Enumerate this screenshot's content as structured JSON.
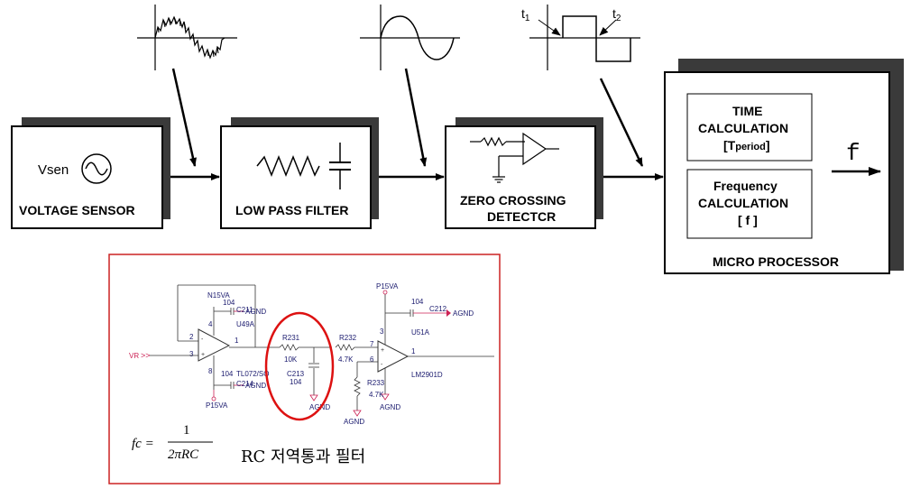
{
  "blocks": {
    "voltage_sensor": {
      "label": "VOLTAGE SENSOR",
      "source": "Vsen"
    },
    "low_pass_filter": {
      "label": "LOW PASS FILTER"
    },
    "zero_crossing": {
      "line1": "ZERO CROSSING",
      "line2": "DETECTCR"
    },
    "micro_processor": {
      "label": "MICRO PROCESSOR",
      "time_calc": {
        "line1": "TIME",
        "line2": "CALCULATION",
        "line3_bracket_open": "[T",
        "line3_sub": "period",
        "line3_bracket_close": "]"
      },
      "freq_calc": {
        "line1": "Frequency",
        "line2": "CALCULATION",
        "line3": "[ f ]"
      },
      "output": "f"
    }
  },
  "waveforms": {
    "square_t1": "t",
    "square_t1_sub": "1",
    "square_t2": "t",
    "square_t2_sub": "2"
  },
  "schematic": {
    "n15va": "N15VA",
    "p15va_top": "P15VA",
    "p15va_bottom": "P15VA",
    "c104_a": "104",
    "c104_b": "104",
    "c104_c": "104",
    "c211": "C211",
    "c214": "C214",
    "c212": "C212",
    "agnd_1": "AGND",
    "agnd_2": "AGND",
    "agnd_3": "AGND",
    "agnd_4": "AGND",
    "agnd_5": "AGND",
    "agnd_6": "AGND",
    "u49a": "U49A",
    "u51a": "U51A",
    "tl072": "TL072/SO",
    "lm2901d": "LM2901D",
    "vr": "VR",
    "r231": "R231",
    "r231_val": "10K",
    "c213": "C213",
    "c213_val": "104",
    "r232": "R232",
    "r232_val": "4.7K",
    "r233": "R233",
    "r233_val": "4.7K",
    "pin1": "1",
    "pin2": "2",
    "pin3": "3",
    "pin4": "4",
    "pin8": "8",
    "pin7": "7",
    "pin6": "6",
    "pin1b": "1",
    "pin3b": "3",
    "formula_lhs": "fc =",
    "formula_num": "1",
    "formula_den": "2πRC",
    "caption": "RC 저역통과 필터"
  }
}
